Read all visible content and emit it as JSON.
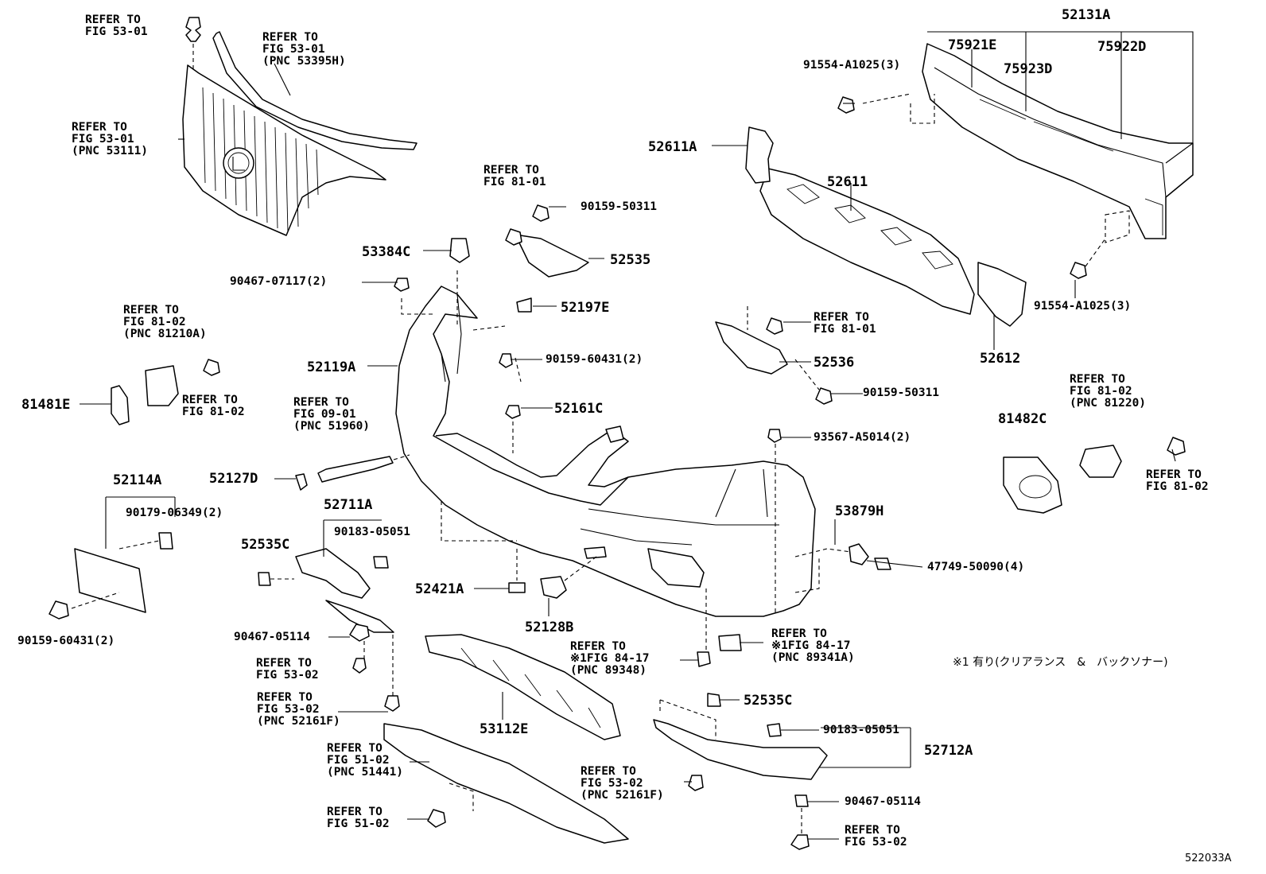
{
  "diagram_id": "522033A",
  "note": "※1 有り(クリアランス　&　バックソナー)",
  "part_numbers": {
    "p52131A": "52131A",
    "p75921E": "75921E",
    "p75923D": "75923D",
    "p75922D": "75922D",
    "p91554_a": "91554-A1025(3)",
    "p91554_b": "91554-A1025(3)",
    "p52611A": "52611A",
    "p52611": "52611",
    "p52612": "52612",
    "p90159_50311_a": "90159-50311",
    "p52535": "52535",
    "p53384C": "53384C",
    "p90467_07117": "90467-07117(2)",
    "p52197E": "52197E",
    "p90159_60431_a": "90159-60431(2)",
    "p52119A": "52119A",
    "p52161C": "52161C",
    "p52536": "52536",
    "p90159_50311_b": "90159-50311",
    "p81481E": "81481E",
    "p81482C": "81482C",
    "p93567": "93567-A5014(2)",
    "p52127D": "52127D",
    "p52114A": "52114A",
    "p90179": "90179-06349(2)",
    "p52711A": "52711A",
    "p90183_a": "90183-05051",
    "p52535C_a": "52535C",
    "p53879H": "53879H",
    "p47749": "47749-50090(4)",
    "p52421A": "52421A",
    "p52128B": "52128B",
    "p90159_60431_b": "90159-60431(2)",
    "p90467_05114_a": "90467-05114",
    "p53112E": "53112E",
    "p52535C_b": "52535C",
    "p90183_b": "90183-05051",
    "p52712A": "52712A",
    "p90467_05114_b": "90467-05114"
  },
  "refs": {
    "r1": "REFER TO\nFIG 53-01",
    "r2": "REFER TO\nFIG 53-01\n(PNC 53395H)",
    "r3": "REFER TO\nFIG 53-01\n(PNC 53111)",
    "r4": "REFER TO\nFIG 81-01",
    "r5": "REFER TO\nFIG 81-02\n(PNC 81210A)",
    "r6": "REFER TO\nFIG 81-02",
    "r7": "REFER TO\nFIG 81-01",
    "r8": "REFER TO\nFIG 81-02\n(PNC 81220)",
    "r9": "REFER TO\nFIG 81-02",
    "r10": "REFER TO\nFIG 09-01\n(PNC 51960)",
    "r11": "REFER TO\n※1FIG 84-17\n(PNC 89348)",
    "r12": "REFER TO\n※1FIG 84-17\n(PNC 89341A)",
    "r13": "REFER TO\nFIG 53-02",
    "r14": "REFER TO\nFIG 53-02\n(PNC 52161F)",
    "r15": "REFER TO\nFIG 51-02\n(PNC 51441)",
    "r16": "REFER TO\nFIG 51-02",
    "r17": "REFER TO\nFIG 53-02\n(PNC 52161F)",
    "r18": "REFER TO\nFIG 53-02"
  }
}
